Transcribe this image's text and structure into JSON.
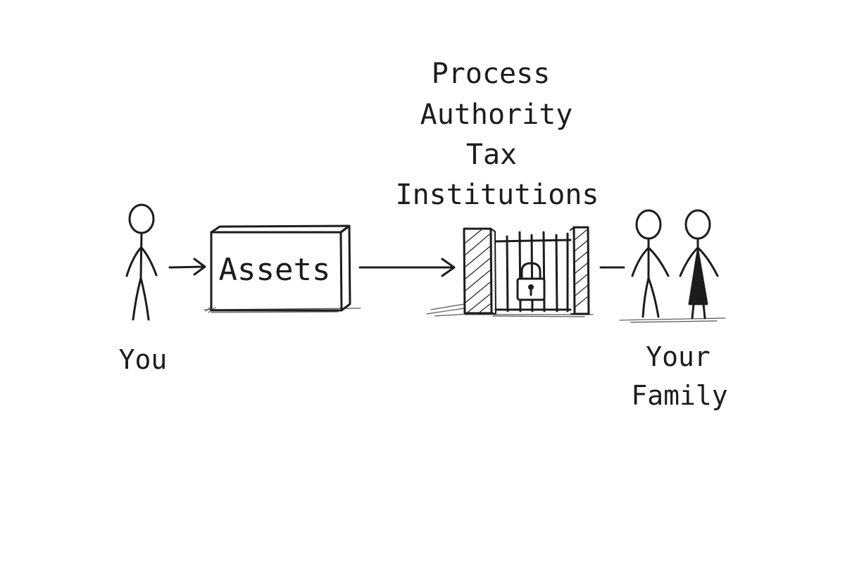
{
  "labels": {
    "you": "You",
    "assets": "Assets",
    "barriers": [
      "Process",
      "Authority",
      "Tax",
      "Institutions"
    ],
    "family_line1": "Your",
    "family_line2": "Family"
  },
  "icons": {
    "person": "stick-figure-icon",
    "lock": "padlock-icon",
    "gate": "barred-gate-icon"
  },
  "colors": {
    "ink": "#1c1c1c",
    "background": "#ffffff"
  }
}
